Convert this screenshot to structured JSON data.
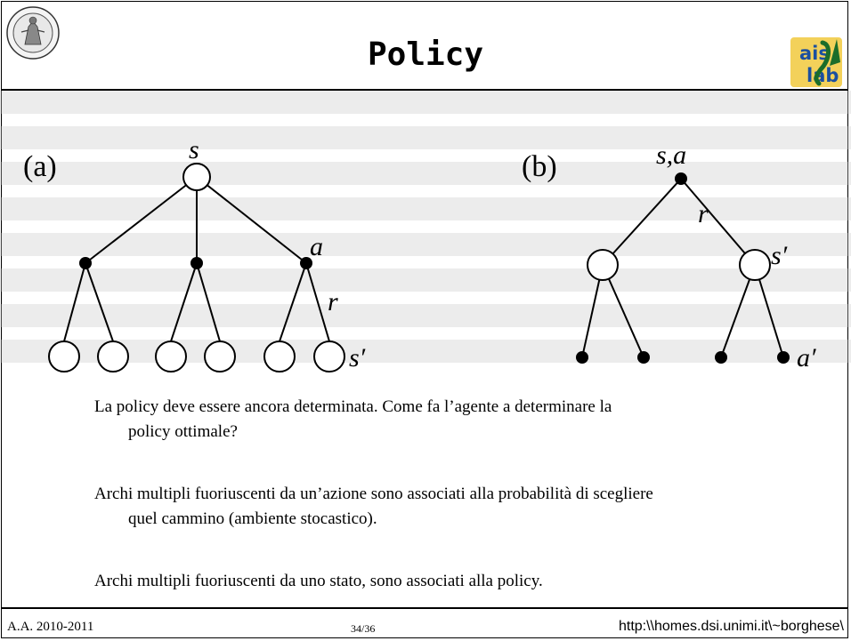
{
  "slide": {
    "title": "Policy"
  },
  "figure": {
    "panel_a": {
      "label": "(a)",
      "root": "s",
      "action": "a",
      "reward": "r",
      "next_state": "s′"
    },
    "panel_b": {
      "label": "(b)",
      "root": "s,a",
      "reward": "r",
      "next_state": "s′",
      "next_action": "a′"
    }
  },
  "paragraphs": [
    {
      "first": "La policy deve essere ancora determinata. Come fa l’agente a determinare la",
      "cont": "policy ottimale?"
    },
    {
      "first": "Archi multipli fuoriuscenti da un’azione sono associati alla probabilità di scegliere",
      "cont": "quel cammino (ambiente stocastico)."
    },
    {
      "first": "Archi multipli fuoriuscenti da uno stato, sono associati alla policy.",
      "cont": ""
    }
  ],
  "footer": {
    "year": "A.A. 2010-2011",
    "page": "34/36",
    "url": "http:\\\\homes.dsi.unimi.it\\~borghese\\"
  },
  "logos": {
    "left": "university-seal",
    "right": "ais-lab-logo"
  }
}
